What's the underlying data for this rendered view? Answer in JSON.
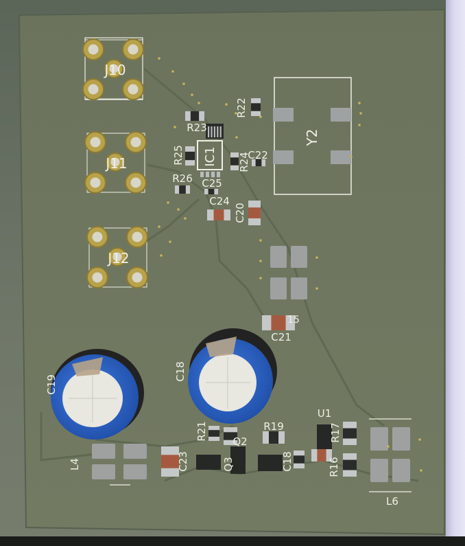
{
  "board": {
    "colors": {
      "board": "#6e7660",
      "copper": "#5f6a52",
      "silk": "#eef0e6",
      "pad": "#b8a24a",
      "smd": "#9ea1a0",
      "cap_blue": "#2f62c5",
      "cap_top": "#e8e7e0"
    },
    "connectors": [
      "J10",
      "J11",
      "J12"
    ],
    "ic": "IC1",
    "crystal": "Y2",
    "resistors": [
      "R22",
      "R23",
      "R25",
      "R24",
      "R26",
      "R21",
      "R19",
      "R17",
      "R16"
    ],
    "capacitors": [
      "C22",
      "C25",
      "C24",
      "C20",
      "C21",
      "C18",
      "C19",
      "C23",
      "C18"
    ],
    "inductors": [
      "L4",
      "L6"
    ],
    "transistors": [
      "Q2",
      "Q3"
    ],
    "regulator": "U1",
    "partial_label_c21_left": "15"
  }
}
